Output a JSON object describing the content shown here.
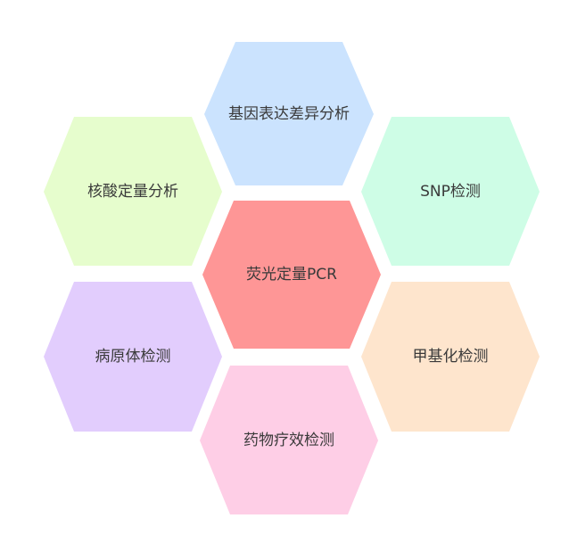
{
  "diagram": {
    "center": {
      "label": "荧光定量PCR",
      "color": "#fe9696"
    },
    "top": {
      "label": "基因表达差异分析",
      "color": "#cbe3fe"
    },
    "upper_left": {
      "label": "核酸定量分析",
      "color": "#e6fdcd"
    },
    "upper_right": {
      "label": "SNP检测",
      "color": "#cefde6"
    },
    "lower_left": {
      "label": "病原体检测",
      "color": "#e2cdfd"
    },
    "lower_right": {
      "label": "甲基化检测",
      "color": "#fee5cd"
    },
    "bottom": {
      "label": "药物疗效检测",
      "color": "#fecee6"
    }
  }
}
